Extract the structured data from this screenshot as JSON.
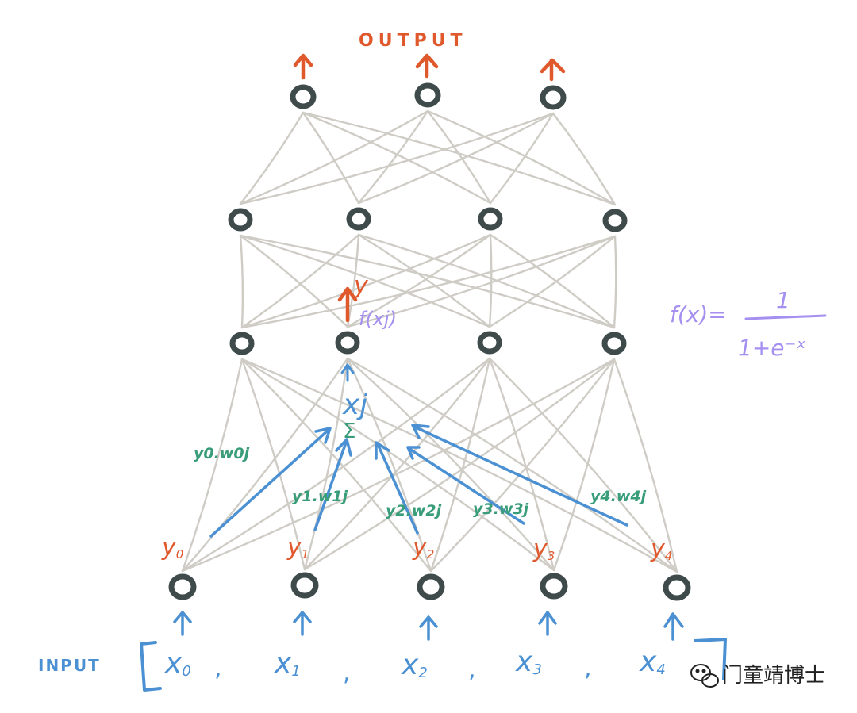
{
  "labels": {
    "output": "OUTPUT",
    "input": "INPUT",
    "y_hat": "y",
    "activation": "f(xj)",
    "sum_target": "xj",
    "sigma": "Σ",
    "formula_lhs": "f(x)=",
    "formula_numerator": "1",
    "formula_denominator": "1+e⁻ˣ"
  },
  "outputs": [
    "y0",
    "y1",
    "y2",
    "y3",
    "y4"
  ],
  "inputs": [
    "x0",
    "x1",
    "x2",
    "x3",
    "x4"
  ],
  "weights": [
    "y0.w0j",
    "y1.w1j",
    "y2.w2j",
    "y3.w3j",
    "y4.w4j"
  ],
  "watermark": "门童靖博士",
  "colors": {
    "node": "#3f4a4a",
    "edge": "#cfccc6",
    "output_accent": "#e0592d",
    "input_accent": "#4a90d2",
    "weight_accent": "#3a9d7a",
    "formula_accent": "#a58ff0"
  }
}
